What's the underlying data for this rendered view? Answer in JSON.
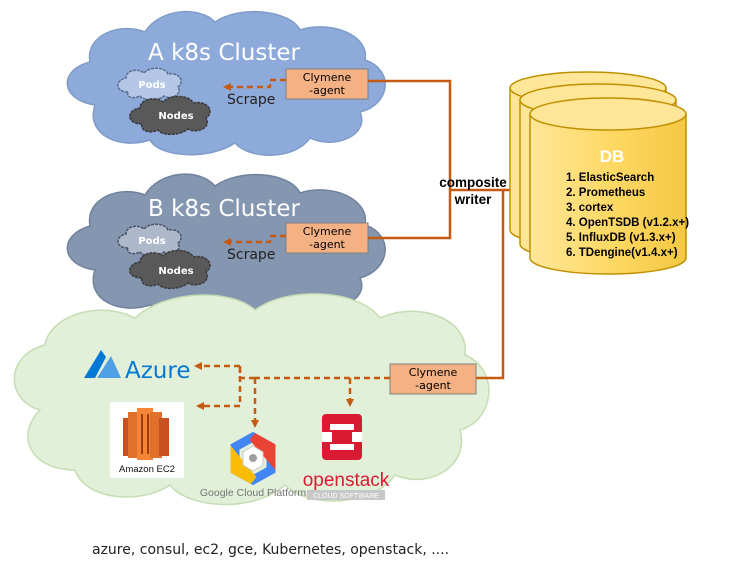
{
  "clusters": {
    "a": {
      "title": "A k8s Cluster",
      "pods": "Pods",
      "nodes": "Nodes",
      "agent_line1": "Clymene",
      "agent_line2": "-agent",
      "scrape": "Scrape"
    },
    "b": {
      "title": "B k8s Cluster",
      "pods": "Pods",
      "nodes": "Nodes",
      "agent_line1": "Clymene",
      "agent_line2": "-agent",
      "scrape": "Scrape"
    }
  },
  "cloud": {
    "agent_line1": "Clymene",
    "agent_line2": "-agent",
    "azure_label": "Azure",
    "ec2_label": "Amazon EC2",
    "gcp_label": "Google Cloud Platform",
    "openstack_label": "openstack",
    "openstack_sub": "CLOUD SOFTWARE"
  },
  "writer": {
    "line1": "composite",
    "line2": "writer"
  },
  "db": {
    "title": "DB",
    "items": [
      "1. ElasticSearch",
      "2. Prometheus",
      "3. cortex",
      "4. OpenTSDB (v1.2.x+)",
      "5. InfluxDB (v1.3.x+)",
      "6. TDengine(v1.4.x+)"
    ]
  },
  "footer": "azure, consul, ec2, gce, Kubernetes, openstack, ....",
  "colors": {
    "cluster_a": "#8EAADB",
    "cluster_b": "#8496B0",
    "cloud_green": "#E2EFD9",
    "agent_box": "#F4B183",
    "arrow": "#C55A11",
    "db_fill": "#FFD966",
    "db_stroke": "#BF9000",
    "azure": "#0078D4"
  }
}
